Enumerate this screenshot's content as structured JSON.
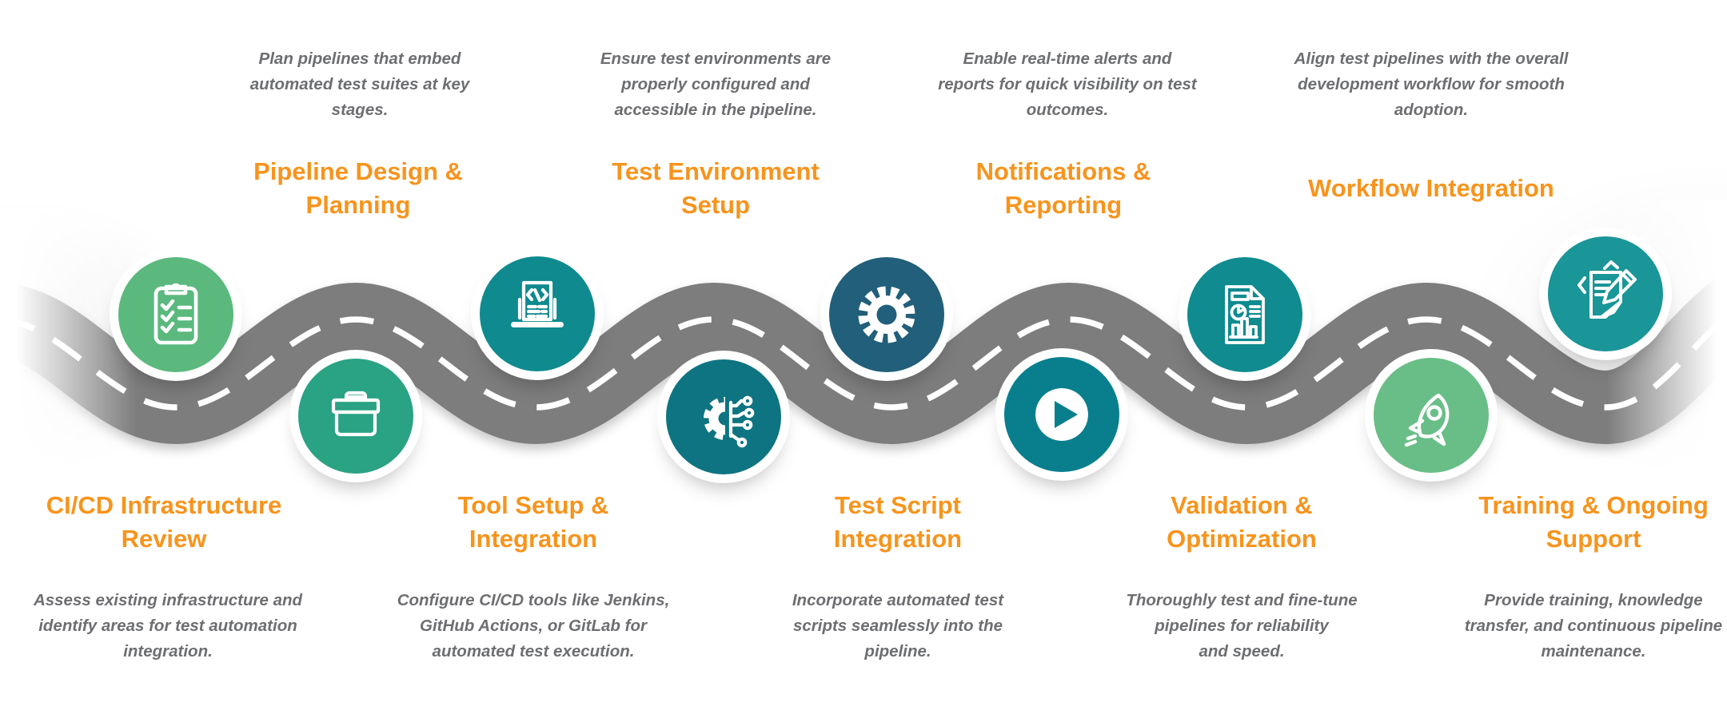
{
  "infographic": {
    "subject": "CI/CD test automation roadmap",
    "theme": {
      "title_color": "#F7941D",
      "description_color": "#6D6E71",
      "road_color": "#7D7D7D",
      "road_line_color": "#FFFFFF",
      "background_color": "#FFFFFF"
    },
    "steps": [
      {
        "title": "CI/CD Infrastructure\nReview",
        "description": "Assess existing infrastructure and\nidentify areas for test automation\nintegration.",
        "icon": "clipboard-checklist-icon",
        "circle_color": "#5BB97E",
        "label_position": "below-road"
      },
      {
        "title": "Pipeline Design &\nPlanning",
        "description": "Plan pipelines that embed\nautomated test suites at key\nstages.",
        "icon": "briefcase-icon",
        "circle_color": "#2AA284",
        "label_position": "above-road"
      },
      {
        "title": "Tool Setup &\nIntegration",
        "description": "Configure CI/CD tools like Jenkins,\nGitHub Actions, or GitLab for\nautomated test execution.",
        "icon": "laptop-code-icon",
        "circle_color": "#0F8A8E",
        "label_position": "below-road"
      },
      {
        "title": "Test Environment\nSetup",
        "description": "Ensure test environments are\nproperly configured and\naccessible in the pipeline.",
        "icon": "gear-circuit-icon",
        "circle_color": "#0E7481",
        "label_position": "above-road"
      },
      {
        "title": "Test Script\nIntegration",
        "description": "Incorporate automated test\nscripts seamlessly into the\npipeline.",
        "icon": "gear-icon",
        "circle_color": "#215F7A",
        "label_position": "below-road"
      },
      {
        "title": "Notifications &\nReporting",
        "description": "Enable real-time alerts and\nreports for quick visibility on test\noutcomes.",
        "icon": "play-icon",
        "circle_color": "#097F8E",
        "label_position": "above-road"
      },
      {
        "title": "Validation &\nOptimization",
        "description": "Thoroughly test and fine-tune\npipelines for reliability\nand speed.",
        "icon": "report-chart-icon",
        "circle_color": "#108B8F",
        "label_position": "below-road"
      },
      {
        "title": "Workflow Integration",
        "description": "Align test pipelines with the overall\ndevelopment workflow for smooth\nadoption.",
        "icon": "rocket-icon",
        "circle_color": "#69BE87",
        "label_position": "above-road"
      },
      {
        "title": "Training & Ongoing\nSupport",
        "description": "Provide training, knowledge\ntransfer, and continuous pipeline\nmaintenance.",
        "icon": "notes-pencil-icon",
        "circle_color": "#1A9598",
        "label_position": "below-road"
      }
    ]
  }
}
